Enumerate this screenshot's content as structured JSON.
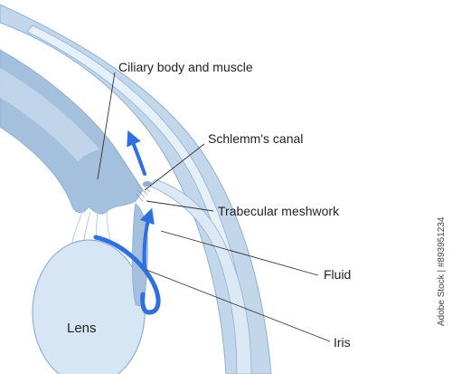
{
  "labels": {
    "ciliary": "Ciliary body and muscle",
    "schlemm": "Schlemm's canal",
    "trabecular": "Trabecular meshwork",
    "fluid": "Fluid",
    "iris": "Iris",
    "lens": "Lens"
  },
  "watermark": {
    "stock_id": "Adobe Stock | #893951234"
  },
  "colors": {
    "tissue": "#c3d7ea",
    "tissue_dark": "#a5c0dc",
    "tissue_light": "#dce9f5",
    "outline": "#8fb0d2",
    "fluid_arrow": "#2f6fe0",
    "leader_line": "#333333",
    "text": "#222222"
  }
}
